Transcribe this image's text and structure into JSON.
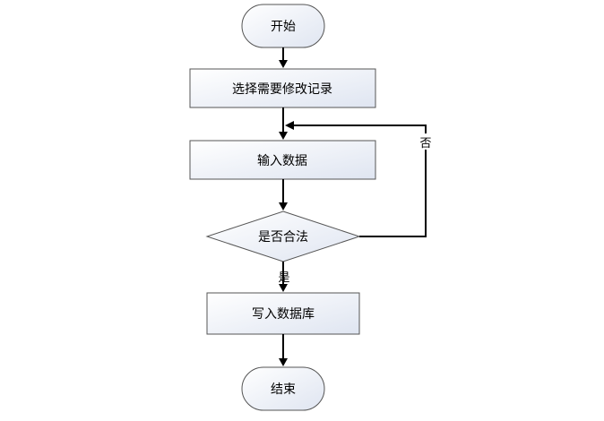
{
  "nodes": {
    "start": "开始",
    "select": "选择需要修改记录",
    "input": "输入数据",
    "decision": "是否合法",
    "write": "写入数据库",
    "end": "结束"
  },
  "edges": {
    "no_label": "否",
    "yes_label": "是"
  }
}
